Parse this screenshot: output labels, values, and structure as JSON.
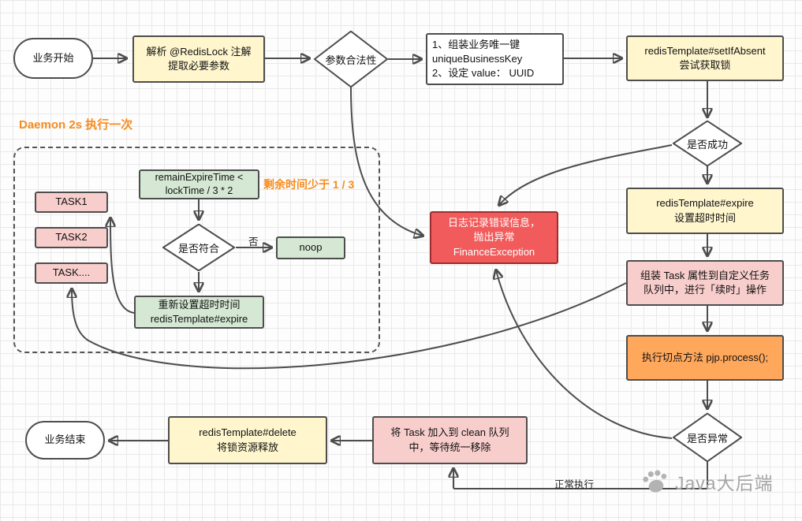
{
  "palette": {
    "yellow": "#fff6ce",
    "pink": "#f8cecc",
    "green": "#d5e8d4",
    "orange": "#ffa85c",
    "red": "#f15b5b",
    "accent_text": "#f78c1f",
    "stroke": "#4d4d4d",
    "watermark_gray": "#a6a6a6"
  },
  "nodes": {
    "start": {
      "label": "业务开始"
    },
    "parse": {
      "label": "解析 @RedisLock 注解\n提取必要参数"
    },
    "param_check": {
      "label": "参数合法性"
    },
    "build_key": {
      "label": "1、组装业务唯一键\nuniqueBusinessKey\n2、设定 value：  UUID"
    },
    "acquire_lock": {
      "label": "redisTemplate#setIfAbsent\n尝试获取锁"
    },
    "success_check": {
      "label": "是否成功"
    },
    "set_expire": {
      "label": "redisTemplate#expire\n设置超时时间"
    },
    "assemble_task": {
      "label": "组装 Task 属性到自定义任务\n队列中，进行「续时」操作"
    },
    "invoke_pjp": {
      "label": "执行切点方法 pjp.process();"
    },
    "exception_check": {
      "label": "是否异常"
    },
    "error_log": {
      "label": "日志记录错误信息，\n抛出异常\nFinanceException"
    },
    "daemon_note": {
      "label": "Daemon 2s 执行一次"
    },
    "task1": {
      "label": "TASK1"
    },
    "task2": {
      "label": "TASK2"
    },
    "task_more": {
      "label": "TASK...."
    },
    "remain_check": {
      "label": "remainExpireTime <\nlockTime / 3 * 2"
    },
    "remain_note": {
      "label": "剩余时间少于 1 / 3"
    },
    "match_check": {
      "label": "是否符合"
    },
    "noop": {
      "label": "noop"
    },
    "reset_expire": {
      "label": "重新设置超时时间\nredisTemplate#expire"
    },
    "clean_queue": {
      "label": "将 Task 加入到 clean 队列\n中，等待统一移除"
    },
    "release_lock": {
      "label": "redisTemplate#delete\n将锁资源释放"
    },
    "end": {
      "label": "业务结束"
    }
  },
  "edge_labels": {
    "no": "否",
    "normal": "正常执行"
  },
  "watermark": {
    "text": "Java大后端"
  }
}
